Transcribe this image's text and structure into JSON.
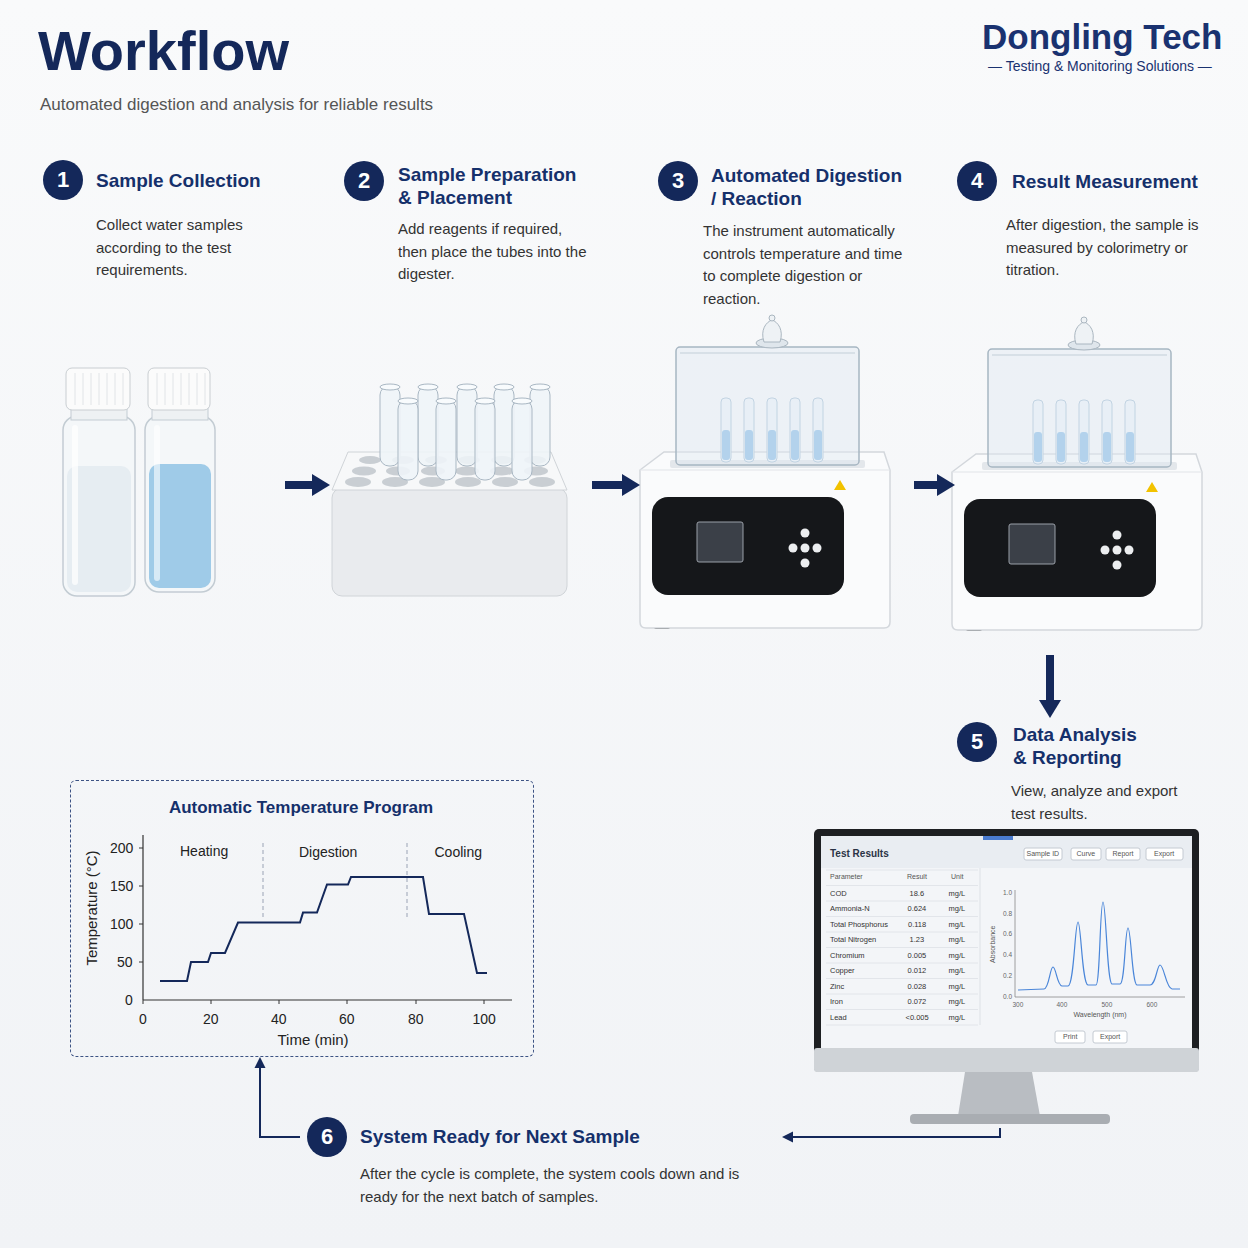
{
  "diagram": {
    "title": "Workflow",
    "nodes": [
      {
        "text": [
          "1",
          "Sample Collection",
          "Collect water samples according to the test requirements."
        ]
      },
      {
        "text": [
          "2",
          "Sample Preparation & Placement",
          "Add reagents if required, then place the tubes into the digester."
        ]
      },
      {
        "text": [
          "3",
          "Automated Digestion / Reaction",
          "The instrument automatically controls temperature and time to complete digestion or reaction."
        ]
      },
      {
        "text": [
          "4",
          "Result Measurement",
          "After digestion, the sample is measured by colorimetry or titration."
        ]
      },
      {
        "text": [
          "5",
          "Data Analysis & Reporting",
          "View, analyze and export test results."
        ]
      },
      {
        "text": [
          "Automatic Temperature Program"
        ]
      },
      {
        "text": [
          "6",
          "System Ready for Next Sample",
          "After the cycle is complete, the system cools down and is ready for the next batch of samples."
        ]
      }
    ],
    "edges": [
      {
        "from": 0,
        "to": 1,
        "arrow": "to"
      },
      {
        "from": 1,
        "to": 2,
        "arrow": "to"
      },
      {
        "from": 2,
        "to": 3,
        "arrow": "to"
      },
      {
        "from": 3,
        "to": 4,
        "arrow": "to"
      },
      {
        "from": 4,
        "to": 6,
        "arrow": "to"
      },
      {
        "from": 6,
        "to": 5,
        "arrow": "to"
      }
    ],
    "labels": [
      "Automated digestion and analysis for reliable results",
      "Dongling Tech",
      "— Testing & Monitoring Solutions —",
      "Temperature (°C)",
      "Time (min)",
      "200",
      "150",
      "100",
      "50",
      "0",
      "0",
      "20",
      "40",
      "60",
      "80",
      "100",
      "Heating",
      "Digestion",
      "Cooling",
      "Test Results",
      "Sample ID",
      "Curve",
      "Report",
      "Export",
      "Parameter",
      "Result",
      "Unit",
      "COD",
      "18.6",
      "mg/L",
      "Ammonia-N",
      "0.624",
      "mg/L",
      "Total Phosphorus",
      "0.118",
      "mg/L",
      "Total Nitrogen",
      "1.23",
      "mg/L",
      "Chromium",
      "0.005",
      "mg/L",
      "Copper",
      "0.012",
      "mg/L",
      "Zinc",
      "0.028",
      "mg/L",
      "Iron",
      "0.072",
      "mg/L",
      "Lead",
      "<0.005",
      "mg/L",
      "Absorbance",
      "Wavelength (nm)",
      "1.0",
      "0.8",
      "0.6",
      "0.4",
      "0.2",
      "0.0",
      "300",
      "400",
      "500",
      "600",
      "Print",
      "Export"
    ]
  }
}
